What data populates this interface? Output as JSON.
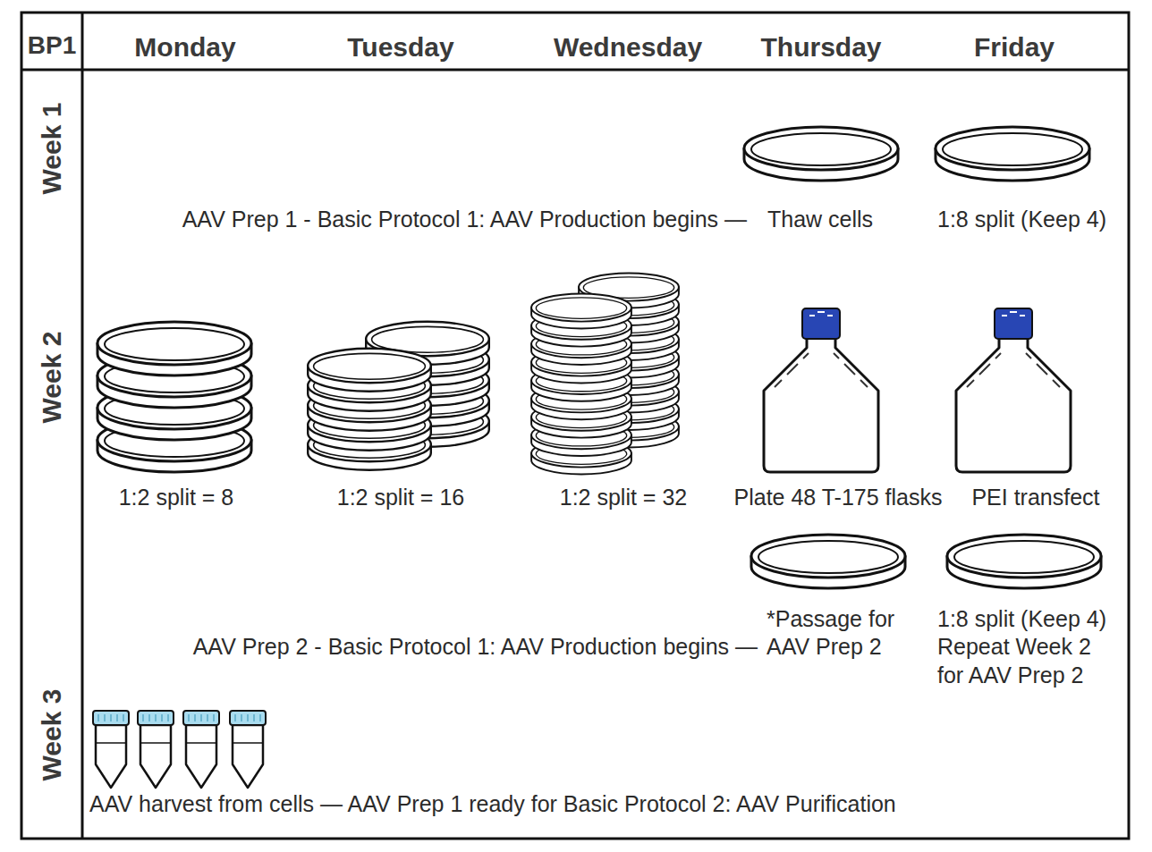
{
  "diagram": {
    "labels": [
      "BP1",
      "Monday",
      "Tuesday",
      "Wednesday",
      "Thursday",
      "Friday",
      "Week 1",
      "Week 2",
      "Week 3",
      "AAV Prep 1 - Basic Protocol 1: AAV Production begins —",
      "Thaw cells",
      "1:8 split (Keep 4)",
      "1:2 split = 8",
      "1:2 split = 16",
      "1:2 split = 32",
      "Plate 48 T-175 flasks",
      "PEI transfect",
      "AAV Prep 2 - Basic Protocol 1: AAV Production begins —",
      "*Passage for AAV Prep 2",
      "1:8 split (Keep 4) Repeat Week 2 for AAV Prep 2",
      "AAV harvest from cells — AAV Prep 1 ready for Basic Protocol 2: AAV Purification"
    ]
  }
}
